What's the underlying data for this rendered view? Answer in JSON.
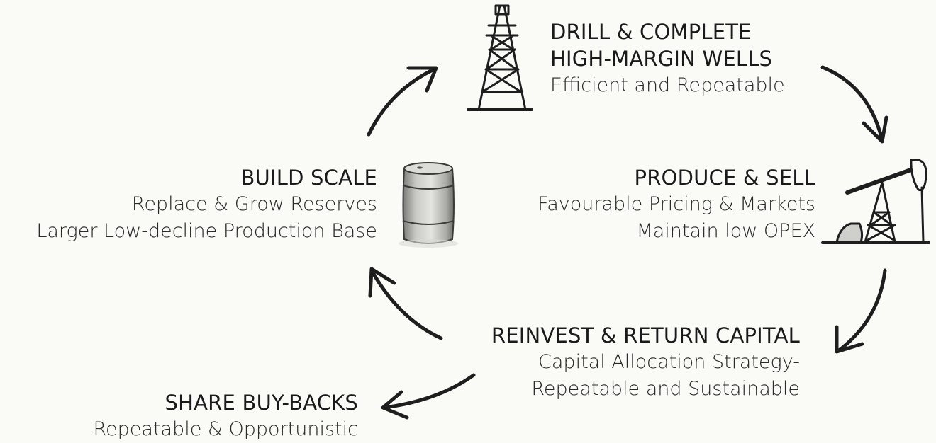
{
  "steps": {
    "drill": {
      "title_lines": [
        "DRILL & COMPLETE",
        "HIGH-MARGIN WELLS"
      ],
      "subtitle_lines": [
        "Efficient and Repeatable"
      ],
      "icon": "oil-derrick-icon"
    },
    "produce": {
      "title_lines": [
        "PRODUCE & SELL"
      ],
      "subtitle_lines": [
        "Favourable Pricing & Markets",
        "Maintain low OPEX"
      ],
      "icon": "pumpjack-icon"
    },
    "reinvest": {
      "title_lines": [
        "REINVEST & RETURN CAPITAL"
      ],
      "subtitle_lines": [
        "Capital Allocation Strategy-",
        "Repeatable and Sustainable"
      ]
    },
    "buyback": {
      "title_lines": [
        "SHARE BUY-BACKS"
      ],
      "subtitle_lines": [
        "Repeatable & Opportunistic"
      ]
    },
    "scale": {
      "title_lines": [
        "BUILD SCALE"
      ],
      "subtitle_lines": [
        "Replace & Grow Reserves",
        "Larger Low-decline Production Base"
      ],
      "icon": "oil-barrel-icon"
    }
  },
  "colors": {
    "background": "#fafaf7",
    "ink": "#1e1e1e"
  }
}
